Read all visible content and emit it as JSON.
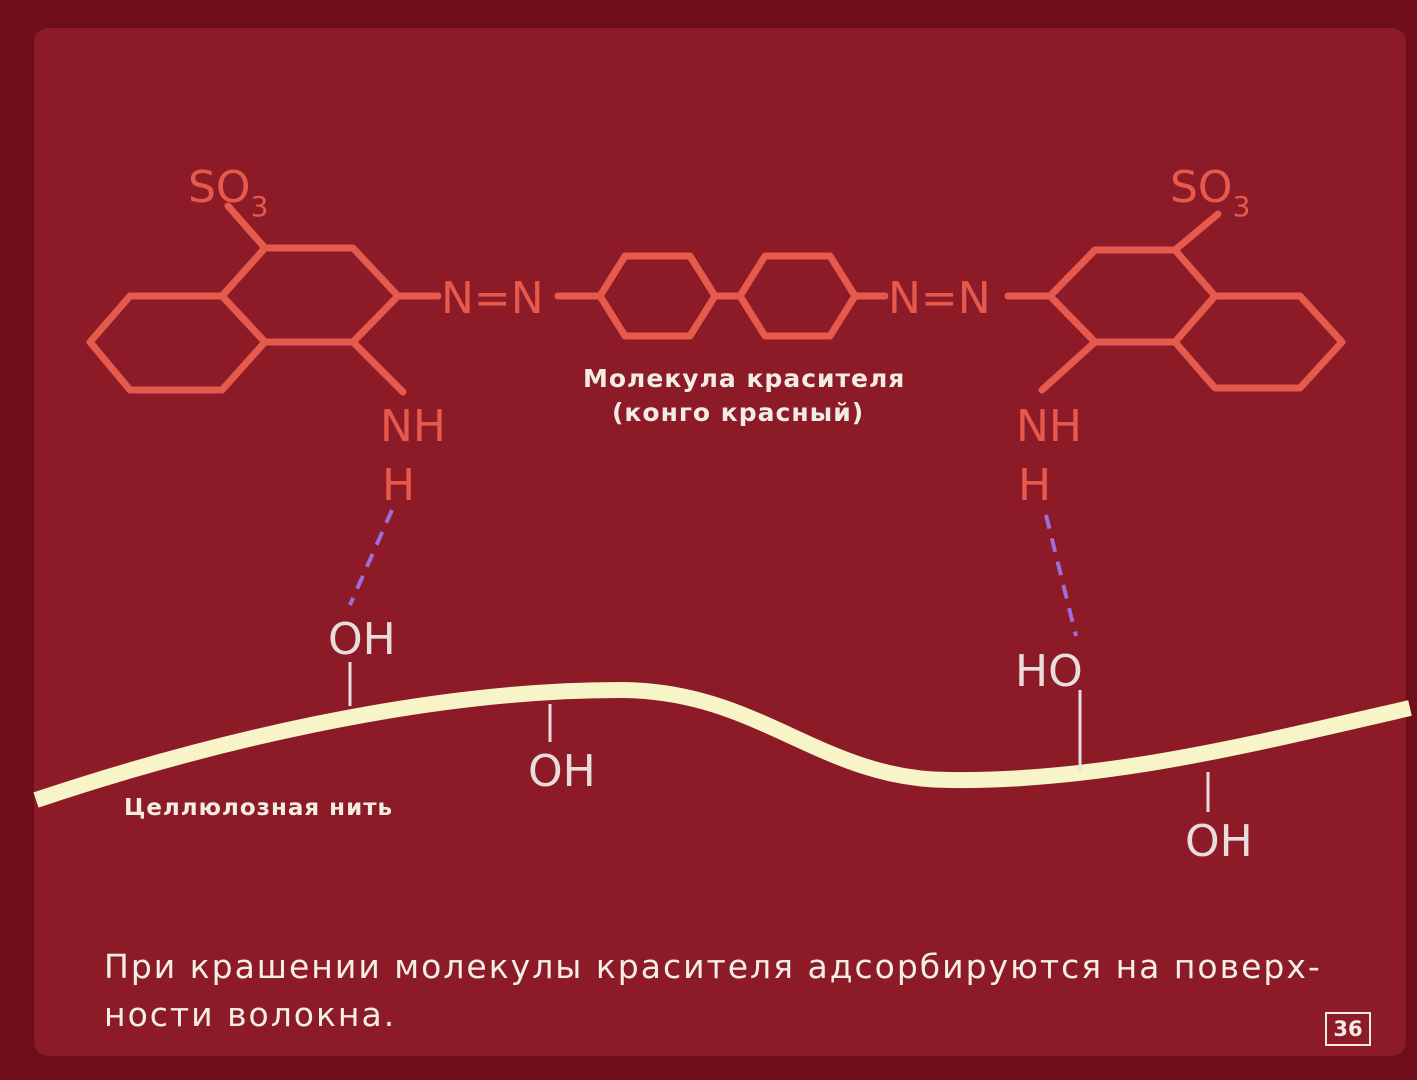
{
  "colors": {
    "background": "#8c1b27",
    "dye_structure": "#e65a4e",
    "hydrogen_bond": "#a06cd8",
    "cellulose_fiber": "#f7f4c7",
    "hydroxyl_label": "#e9dcdc"
  },
  "dye": {
    "left_sulfonate": {
      "main": "SO",
      "sub": "3"
    },
    "right_sulfonate": {
      "main": "SO",
      "sub": "3"
    },
    "left_azo": "N=N",
    "right_azo": "N=N",
    "left_amine": {
      "nh": "NH",
      "h": "H"
    },
    "right_amine": {
      "nh": "NH",
      "h": "H"
    },
    "caption_line1": "Молекула красителя",
    "caption_line2": "(конго красный)"
  },
  "fiber": {
    "label": "Целлюлозная нить",
    "hydroxyl_groups": [
      "OH",
      "OH",
      "HO",
      "OH"
    ]
  },
  "slide": {
    "caption": "При крашении молекулы красителя адсорбируются на поверх-ности волокна.",
    "number": "36"
  }
}
